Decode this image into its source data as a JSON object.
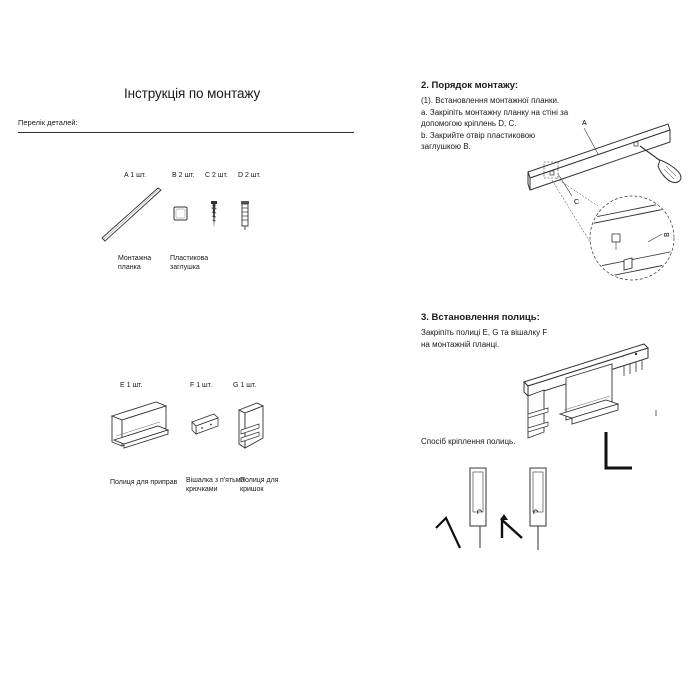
{
  "left": {
    "title": "Інструкція по монтажу",
    "parts_header": "Перелік деталей:",
    "parts_top": [
      {
        "code": "A 1 шт.",
        "name_line1": "Монтажна",
        "name_line2": "планка",
        "icon": "mounting-bar-icon"
      },
      {
        "code": "B 2 шт.",
        "name_line1": "Пластикова",
        "name_line2": "заглушка",
        "icon": "plastic-cap-icon"
      },
      {
        "code": "C 2 шт.",
        "name_line1": "",
        "name_line2": "",
        "icon": "screw-icon"
      },
      {
        "code": "D 2 шт.",
        "name_line1": "",
        "name_line2": "",
        "icon": "wall-plug-icon"
      }
    ],
    "parts_bottom": [
      {
        "code": "E 1 шт.",
        "name_line1": "Полиця для приправ",
        "name_line2": "",
        "icon": "spice-shelf-icon"
      },
      {
        "code": "F 1 шт.",
        "name_line1": "Вішалка з п'ятьма",
        "name_line2": "крючками",
        "icon": "hook-rail-icon"
      },
      {
        "code": "G 1 шт.",
        "name_line1": "Полиця для",
        "name_line2": "кришок",
        "icon": "lid-shelf-icon"
      }
    ]
  },
  "right": {
    "step2": {
      "title": "2. Порядок монтажу:",
      "line1": "(1). Встановлення монтажної планки.",
      "line2": "a. Закріпіть монтажну планку на стіні за",
      "line3": "допомогою кріплень D, C.",
      "line4": "b. Закрийте отвір пластиковою",
      "line5": "заглушкою B.",
      "callouts": [
        "A",
        "C",
        "B"
      ]
    },
    "step3": {
      "title": "3. Встановлення полиць:",
      "line1": "Закріпіть полиці E, G та вішалку F",
      "line2": "на монтажній планці."
    },
    "method_label": "Спосіб кріплення полиць."
  }
}
